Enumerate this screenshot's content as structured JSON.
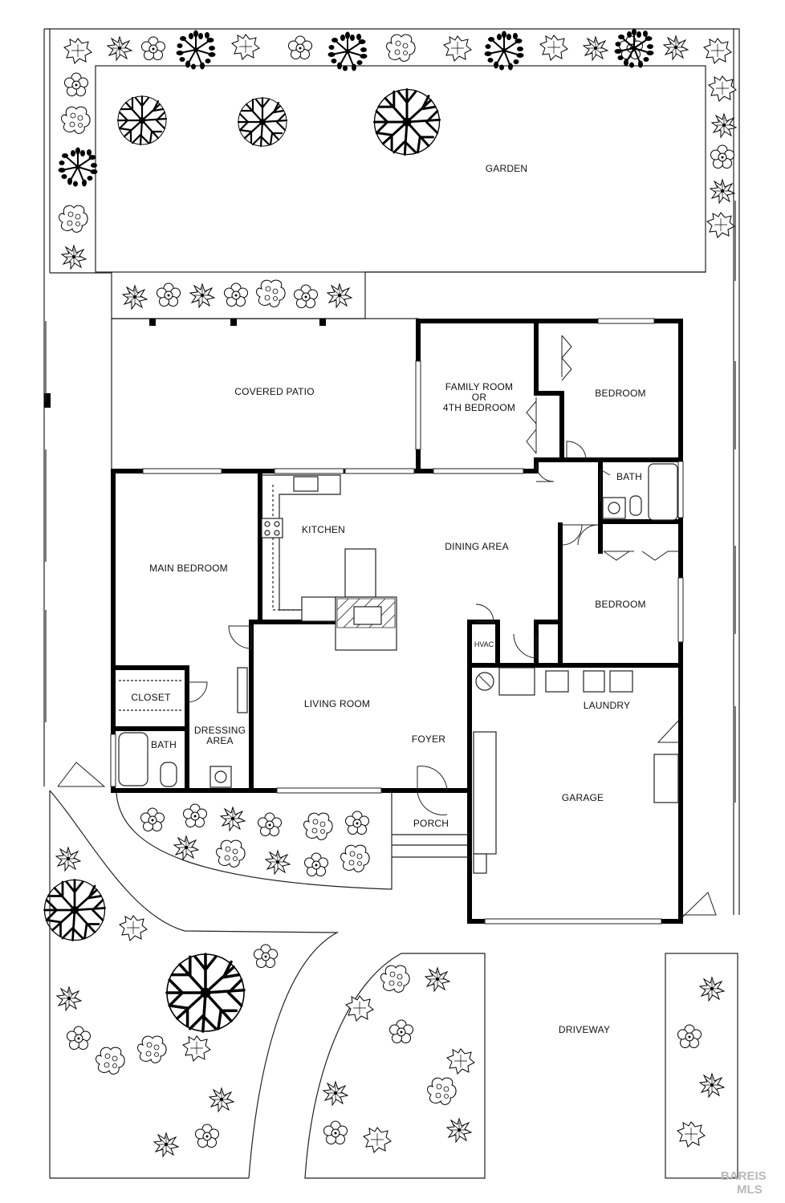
{
  "plan": {
    "rooms": {
      "garden": "GARDEN",
      "covered_patio": "COVERED PATIO",
      "family_room_l1": "FAMILY ROOM",
      "family_room_l2": "OR",
      "family_room_l3": "4TH BEDROOM",
      "bedroom_upper": "BEDROOM",
      "bath_upper": "BATH",
      "kitchen": "KITCHEN",
      "dining": "DINING AREA",
      "main_bedroom": "MAIN BEDROOM",
      "bedroom_lower": "BEDROOM",
      "hvac": "HVAC",
      "closet": "CLOSET",
      "living_room": "LIVING ROOM",
      "laundry": "LAUNDRY",
      "dressing_l1": "DRESSING",
      "dressing_l2": "AREA",
      "bath_main": "BATH",
      "foyer": "FOYER",
      "garage": "GARAGE",
      "porch": "PORCH",
      "driveway": "DRIVEWAY"
    },
    "watermark_l1": "BAREIS",
    "watermark_l2": "MLS"
  }
}
